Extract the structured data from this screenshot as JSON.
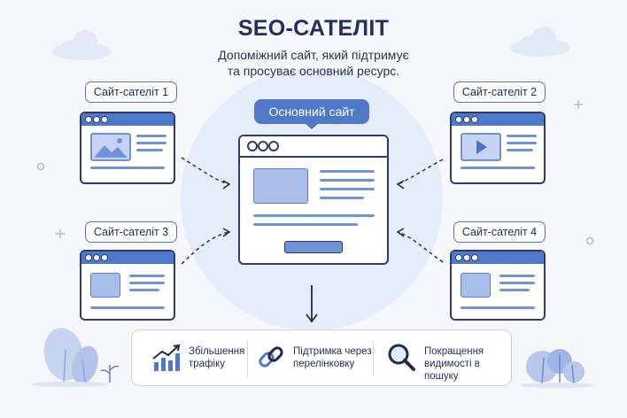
{
  "title": "SEO-САТЕЛІТ",
  "subtitle_line1": "Допоміжний сайт, який підтримує",
  "subtitle_line2": "та просуває основний ресурс.",
  "main_site_label": "Основний сайт",
  "satellites": [
    {
      "label": "Сайт-сателіт 1"
    },
    {
      "label": "Сайт-сателіт 2"
    },
    {
      "label": "Сайт-сателіт 3"
    },
    {
      "label": "Сайт-сателіт 4"
    }
  ],
  "features": [
    {
      "line1": "Збільшення",
      "line2": "трафіку",
      "icon": "growth-chart-icon"
    },
    {
      "line1": "Підтримка через",
      "line2": "перелінковку",
      "icon": "chain-link-icon"
    },
    {
      "line1": "Покращення",
      "line2": "видимості в пошуку",
      "icon": "magnifier-icon"
    }
  ],
  "colors": {
    "accent": "#4f78c9",
    "dark": "#2c3b72",
    "background": "#f6f7fb"
  }
}
